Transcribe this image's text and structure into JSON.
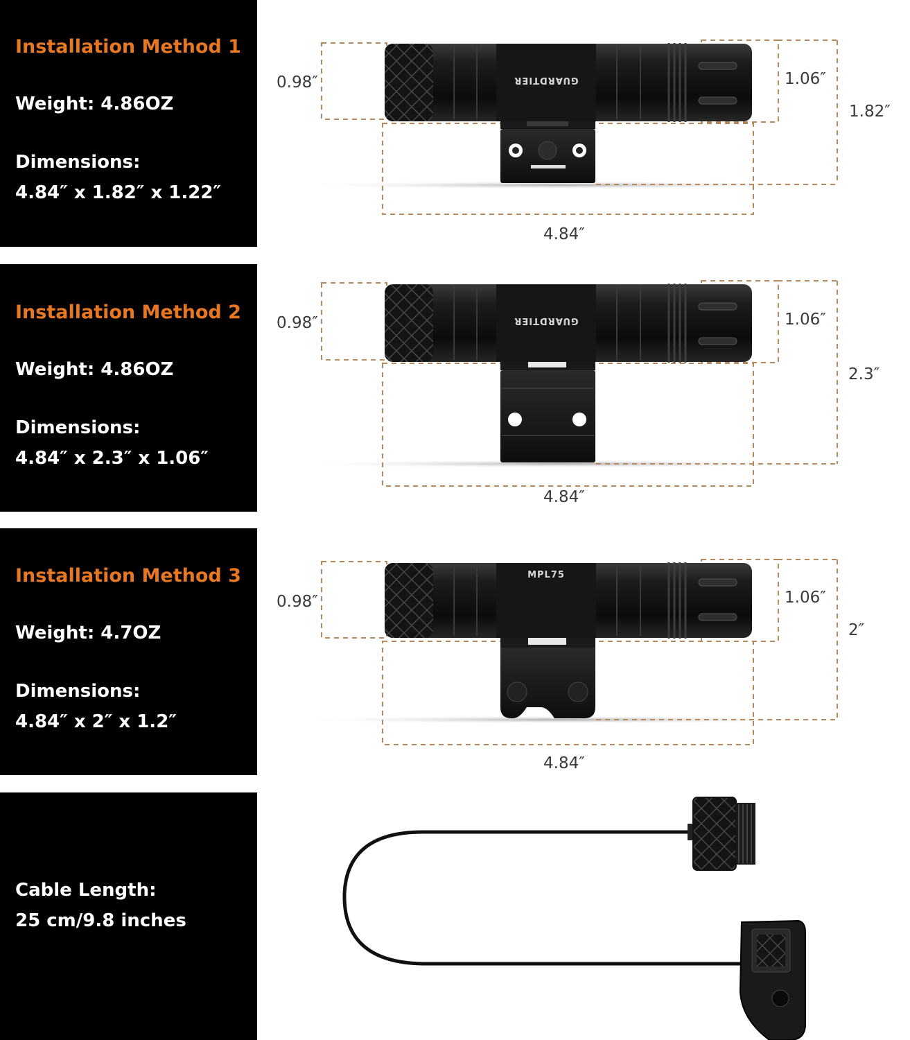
{
  "panels": [
    {
      "title": "Installation Method 1",
      "weight": "Weight: 4.86OZ",
      "dimensions_label": "Dimensions:",
      "dimensions_value": "4.84″ x 1.82″ x 1.22″"
    },
    {
      "title": "Installation Method 2",
      "weight": "Weight: 4.86OZ",
      "dimensions_label": "Dimensions:",
      "dimensions_value": "4.84″ x 2.3″ x 1.06″"
    },
    {
      "title": "Installation Method 3",
      "weight": "Weight: 4.7OZ",
      "dimensions_label": "Dimensions:",
      "dimensions_value": "4.84″ x 2″ x 1.2″"
    },
    {
      "cable_label": "Cable Length:",
      "cable_value": "25 cm/9.8 inches"
    }
  ],
  "figures": [
    {
      "brand": "GUARDTIER",
      "head_dim": "0.98″",
      "tail_dim": "1.06″",
      "height_dim": "1.82″",
      "length_dim": "4.84″"
    },
    {
      "brand": "GUARDTIER",
      "head_dim": "0.98″",
      "tail_dim": "1.06″",
      "height_dim": "2.3″",
      "length_dim": "4.84″"
    },
    {
      "brand": "MPL75",
      "head_dim": "0.98″",
      "tail_dim": "1.06″",
      "height_dim": "2″",
      "length_dim": "4.84″"
    }
  ],
  "colors": {
    "accent": "#e87722",
    "dashed_line": "#b5895a",
    "panel_bg": "#000000"
  }
}
